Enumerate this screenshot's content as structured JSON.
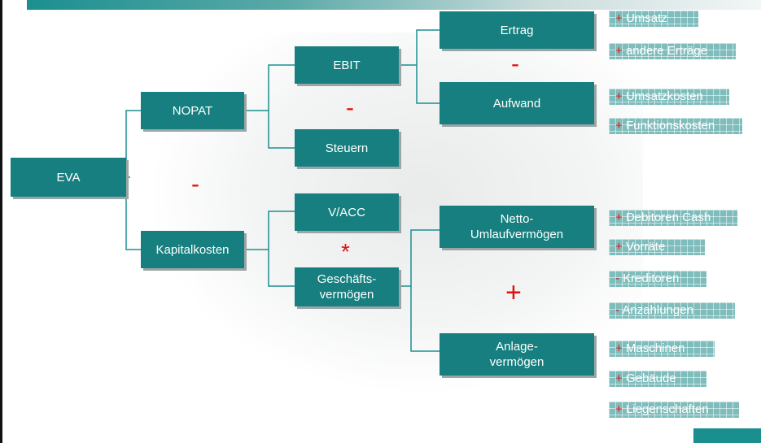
{
  "boxes": {
    "eva": "EVA",
    "nopat": "NOPAT",
    "kapitalkosten": "Kapitalkosten",
    "ebit": "EBIT",
    "steuern": "Steuern",
    "vacc": "V/ACC",
    "geschaeftsvermoegen_1": "Geschäfts-",
    "geschaeftsvermoegen_2": "vermögen",
    "ertrag": "Ertrag",
    "aufwand": "Aufwand",
    "netto_1": "Netto-",
    "netto_2": "Umlaufvermögen",
    "anlage_1": "Anlage-",
    "anlage_2": "vermögen"
  },
  "operators": {
    "eva_minus": "-",
    "ebit_minus": "-",
    "ertrag_minus": "-",
    "kapital_multiply": "*",
    "vermoegen_plus": "+"
  },
  "tags": [
    {
      "sign": "+",
      "label": "Umsatz"
    },
    {
      "sign": "+",
      "label": "andere Erträge"
    },
    {
      "sign": "+",
      "label": "Umsatzkosten"
    },
    {
      "sign": "+",
      "label": "Funktionskosten"
    },
    {
      "sign": "+",
      "label": "Debitoren Cash"
    },
    {
      "sign": "+",
      "label": "Vorräte"
    },
    {
      "sign": "-",
      "label": "Kreditoren"
    },
    {
      "sign": "-",
      "label": "Anzahlungen"
    },
    {
      "sign": "+",
      "label": "Maschinen"
    },
    {
      "sign": "+",
      "label": "Gebäude"
    },
    {
      "sign": "+",
      "label": "Liegenschaften"
    }
  ]
}
